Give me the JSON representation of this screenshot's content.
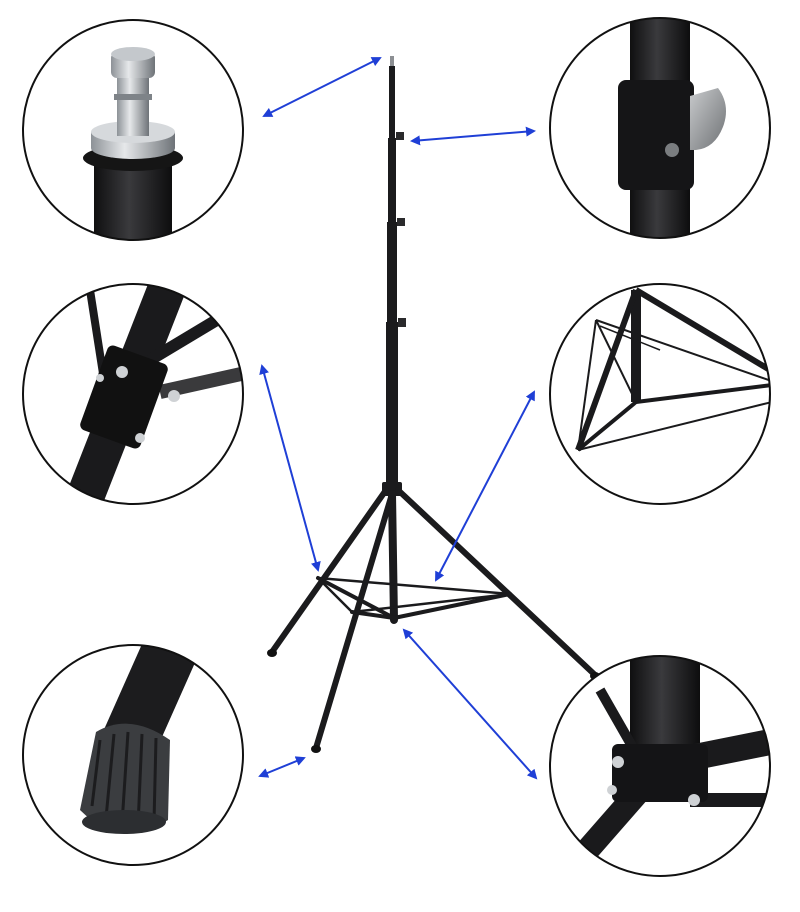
{
  "scene": {
    "subject": "light-stand-tripod",
    "background_color": "#ffffff",
    "arrow_color": "#1f3fd6",
    "metal_color": "#1b1b1d",
    "detail_callouts": [
      {
        "id": "spigot-top",
        "icon": "spigot-icon"
      },
      {
        "id": "section-lock-knob",
        "icon": "knob-icon"
      },
      {
        "id": "leg-brace-joint",
        "icon": "brace-icon"
      },
      {
        "id": "spread-leg-base",
        "icon": "tripod-base-icon"
      },
      {
        "id": "rubber-foot",
        "icon": "foot-icon"
      },
      {
        "id": "leg-hub-collar",
        "icon": "hub-icon"
      }
    ]
  }
}
